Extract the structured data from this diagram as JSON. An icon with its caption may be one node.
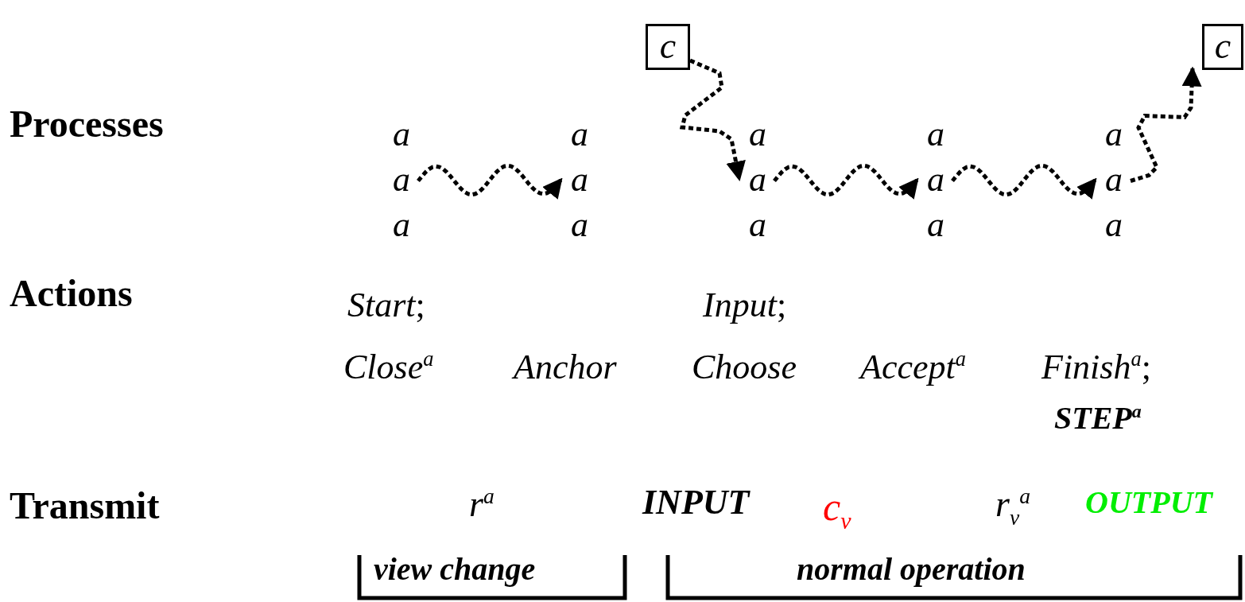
{
  "diagram": {
    "nodes": [
      {
        "text": [
          "c"
        ]
      },
      {
        "text": [
          "c"
        ]
      },
      {
        "text": [
          "a",
          "a",
          "a"
        ]
      },
      {
        "text": [
          "a",
          "a",
          "a"
        ]
      },
      {
        "text": [
          "a",
          "a",
          "a"
        ]
      },
      {
        "text": [
          "a",
          "a",
          "a"
        ]
      },
      {
        "text": [
          "a",
          "a",
          "a"
        ]
      }
    ],
    "edges": [
      {
        "from": 2,
        "to": 3,
        "arrow": "to",
        "style": "dashed"
      },
      {
        "from": 0,
        "to": 4,
        "arrow": "to",
        "style": "dashed"
      },
      {
        "from": 4,
        "to": 5,
        "arrow": "to",
        "style": "dashed"
      },
      {
        "from": 5,
        "to": 6,
        "arrow": "to",
        "style": "dashed"
      },
      {
        "from": 6,
        "to": 1,
        "arrow": "to",
        "style": "dashed"
      }
    ],
    "labels": [
      "Processes",
      "Actions",
      "*Start*;",
      "*Input*;",
      "*Close*$^{a}$",
      "Anchor",
      "Choose",
      "*Accept*$^{a}$",
      "*Finish*$^{a}$;",
      "STEP$^{a}$",
      "Transmit",
      "r$^{a}$",
      "INPUT",
      "c$_{v}$",
      "r$_{v}$$^{a}$",
      "OUTPUT",
      "view change",
      "normal operation"
    ]
  }
}
